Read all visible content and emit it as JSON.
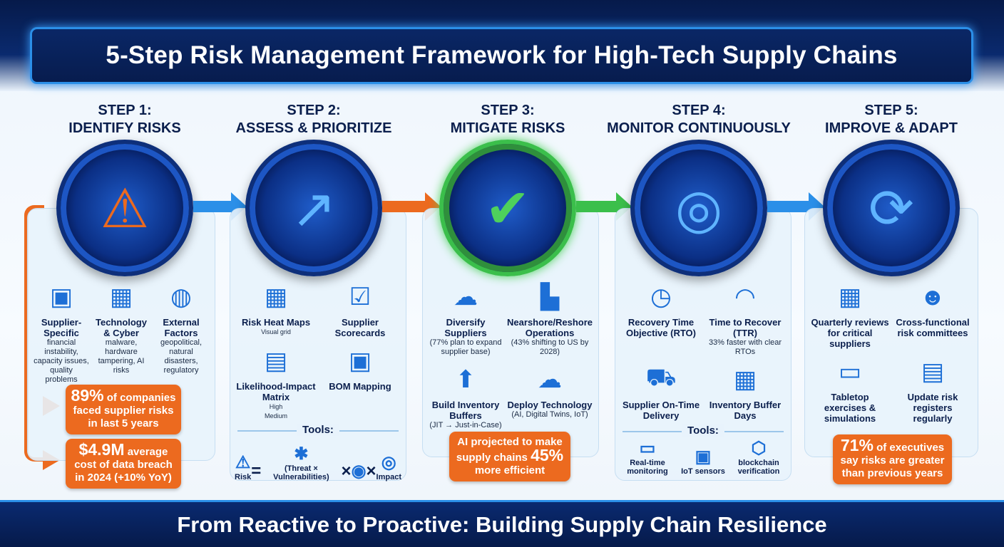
{
  "title": "5-Step Risk Management Framework for High-Tech Supply Chains",
  "footer": "From Reactive to Proactive: Building Supply Chain Resilience",
  "colors": {
    "navy": "#0a2766",
    "accent_blue": "#2b8fe8",
    "orange": "#ec6a1f",
    "green": "#3bbf4b"
  },
  "steps": [
    {
      "label": "STEP 1:",
      "name": "IDENTIFY RISKS",
      "icon": "magnifier-warning-icon",
      "items": [
        {
          "icon": "supplier-boxes-icon",
          "title": "Supplier-Specific",
          "desc": "financial instability, capacity issues, quality problems"
        },
        {
          "icon": "chip-bug-lock-icon",
          "title": "Technology & Cyber",
          "desc": "malware, hardware tampering, AI risks"
        },
        {
          "icon": "globe-lightning-icon",
          "title": "External Factors",
          "desc": "geopolitical, natural disasters, regulatory"
        }
      ],
      "callouts": [
        {
          "big": "89%",
          "text": "of companies faced supplier risks in last 5 years"
        },
        {
          "big": "$4.9M",
          "text": "average cost of data breach in 2024 (+10% YoY)"
        }
      ]
    },
    {
      "label": "STEP 2:",
      "name": "ASSESS & PRIORITIZE",
      "icon": "dashboard-gauge-icon",
      "items": [
        {
          "icon": "heat-map-icon",
          "title": "Risk Heat Maps",
          "desc": "",
          "axis": "Visual grid"
        },
        {
          "icon": "clipboard-checklist-icon",
          "title": "Supplier Scorecards",
          "desc": ""
        },
        {
          "icon": "matrix-chart-icon",
          "title": "Likelihood-Impact Matrix",
          "desc": "",
          "axis_y": "High",
          "axis_x": "Medium"
        },
        {
          "icon": "circuit-chip-icon",
          "title": "BOM Mapping",
          "desc": ""
        }
      ],
      "tools_label": "Tools:",
      "formula": [
        {
          "icon": "warning-triangle-icon",
          "label": "Risk"
        },
        {
          "sym": "="
        },
        {
          "icon": "bug-icon",
          "label": "(Threat × Vulnerabilities)"
        },
        {
          "sym": "×"
        },
        {
          "icon": "network-icon",
          "label": ""
        },
        {
          "sym": "×"
        },
        {
          "icon": "target-icon",
          "label": "Impact"
        }
      ]
    },
    {
      "label": "STEP 3:",
      "name": "MITIGATE RISKS",
      "icon": "shield-check-icon",
      "items": [
        {
          "icon": "cloud-network-icon",
          "title": "Diversify Suppliers",
          "desc": "(77% plan to expand supplier base)"
        },
        {
          "icon": "factory-usa-icon",
          "title": "Nearshore/Reshore Operations",
          "desc": "(43% shifting to US by 2028)"
        },
        {
          "icon": "boxes-up-arrow-icon",
          "title": "Build Inventory Buffers",
          "desc": "(JIT → Just-in-Case)"
        },
        {
          "icon": "robot-arm-cloud-icon",
          "title": "Deploy Technology",
          "desc": "(AI, Digital Twins, IoT)"
        }
      ],
      "callouts": [
        {
          "pre": "AI projected to make supply chains",
          "big": "45%",
          "text": "more efficient"
        }
      ]
    },
    {
      "label": "STEP 4:",
      "name": "MONITOR CONTINUOUSLY",
      "icon": "radar-icon",
      "items": [
        {
          "icon": "stopwatch-target-icon",
          "title": "Recovery Time Objective (RTO)",
          "desc": ""
        },
        {
          "icon": "gauge-progress-icon",
          "title": "Time to Recover (TTR)",
          "desc": "33% faster with clear RTOs"
        },
        {
          "icon": "delivery-truck-clock-icon",
          "title": "Supplier On-Time Delivery",
          "desc": ""
        },
        {
          "icon": "calendar-clock-icon",
          "title": "Inventory Buffer Days",
          "desc": ""
        }
      ],
      "tools_label": "Tools:",
      "tools": [
        {
          "icon": "monitor-chart-icon",
          "label": "Real-time monitoring"
        },
        {
          "icon": "chip-icon",
          "label": "IoT sensors"
        },
        {
          "icon": "blockchain-icon",
          "label": "blockchain verification"
        }
      ]
    },
    {
      "label": "STEP 5:",
      "name": "IMPROVE & ADAPT",
      "icon": "refresh-cycle-icon",
      "items": [
        {
          "icon": "calendar-handshake-icon",
          "title": "Quarterly reviews for critical suppliers",
          "desc": ""
        },
        {
          "icon": "meeting-table-icon",
          "title": "Cross-functional risk committees",
          "desc": ""
        },
        {
          "icon": "presentation-table-icon",
          "title": "Tabletop exercises & simulations",
          "desc": ""
        },
        {
          "icon": "document-sync-icon",
          "title": "Update risk registers regularly",
          "desc": ""
        }
      ],
      "callouts": [
        {
          "big": "71%",
          "text": "of executives say risks are greater than previous years"
        }
      ]
    }
  ]
}
